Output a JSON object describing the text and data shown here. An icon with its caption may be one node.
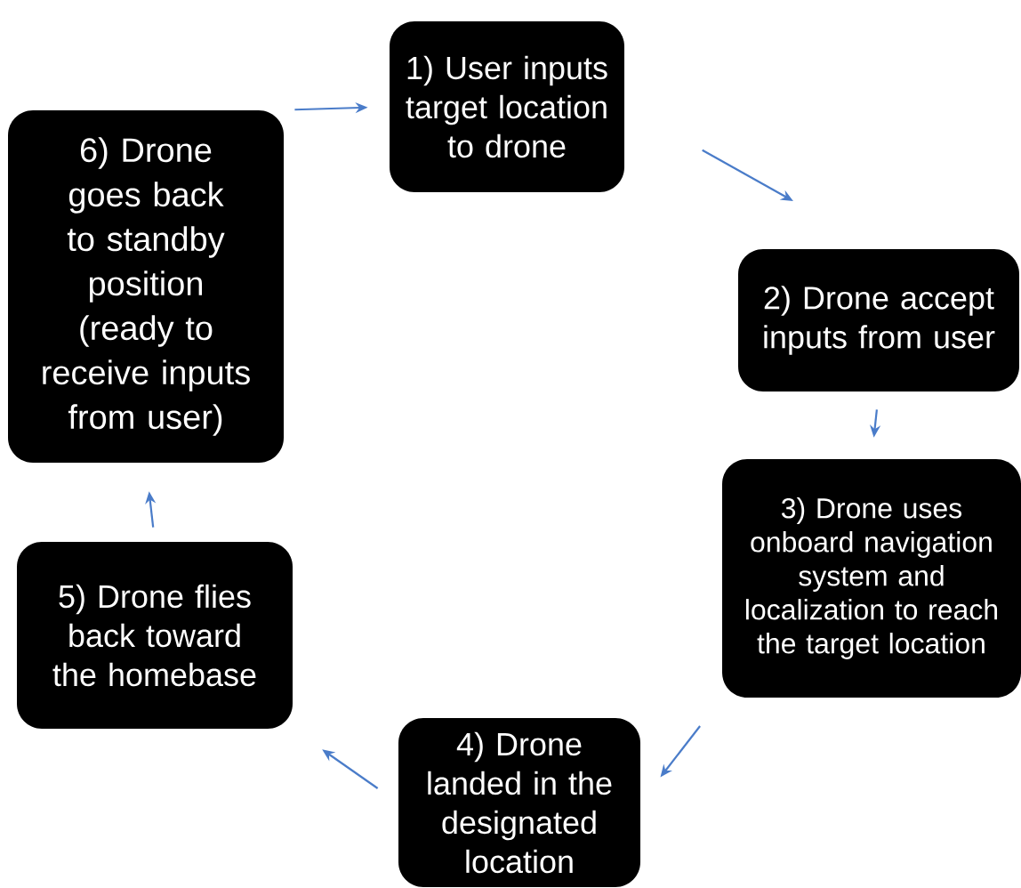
{
  "diagram": {
    "nodes": [
      {
        "text": [
          "1) User inputs target location to drone"
        ]
      },
      {
        "text": [
          "2) Drone accept inputs from user"
        ]
      },
      {
        "text": [
          "3) Drone uses onboard navigation system and localization to reach the target location"
        ]
      },
      {
        "text": [
          "4) Drone landed in the designated location"
        ]
      },
      {
        "text": [
          "5) Drone flies back toward the homebase"
        ]
      },
      {
        "text": [
          "6) Drone goes back to standby position (ready to receive inputs from user)"
        ]
      }
    ],
    "edges": [
      {
        "from": 0,
        "to": 1,
        "arrow": "to"
      },
      {
        "from": 1,
        "to": 2,
        "arrow": "to"
      },
      {
        "from": 2,
        "to": 3,
        "arrow": "to"
      },
      {
        "from": 3,
        "to": 4,
        "arrow": "to"
      },
      {
        "from": 4,
        "to": 5,
        "arrow": "to"
      },
      {
        "from": 5,
        "to": 0,
        "arrow": "to"
      }
    ]
  }
}
